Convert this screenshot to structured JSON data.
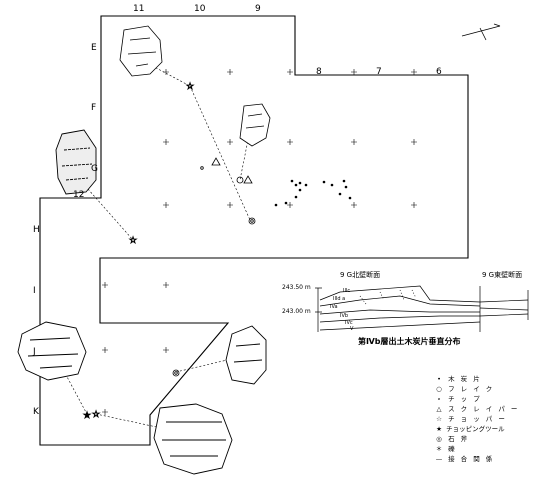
{
  "columns": {
    "c11": "11",
    "c10": "10",
    "c9": "9",
    "c8": "8",
    "c7": "7",
    "c6": "6",
    "c12": "12"
  },
  "rows": {
    "E": "E",
    "F": "F",
    "G": "G",
    "H": "H",
    "I": "I",
    "J": "J",
    "K": "K"
  },
  "section": {
    "north_title": "9 G北壁断面",
    "east_title": "9 G東壁断面",
    "elev_top": "243.50 m",
    "elev_bottom": "243.00 m",
    "layer_IIIc": "IIIc",
    "layer_IIIda": "IIId a",
    "layer_IVa": "IVa",
    "layer_IVb": "IVb",
    "layer_IVc": "IVc",
    "layer_V": "V"
  },
  "title": "第Ⅳb層出土木炭片垂直分布",
  "legend": [
    {
      "symbol": "•",
      "label": "木 炭 片"
    },
    {
      "symbol": "○",
      "label": "フ レ イ ク"
    },
    {
      "symbol": "∘",
      "label": "チ ッ プ"
    },
    {
      "symbol": "△",
      "label": "ス ク レ イ パ ー"
    },
    {
      "symbol": "☆",
      "label": "チ ョ ッ パ ー"
    },
    {
      "symbol": "★",
      "label": "チョッピングツール"
    },
    {
      "symbol": "◎",
      "label": "石 斧"
    },
    {
      "symbol": "＊",
      "label": "礫"
    },
    {
      "symbol": "—",
      "label": "接 合 関 係"
    }
  ]
}
